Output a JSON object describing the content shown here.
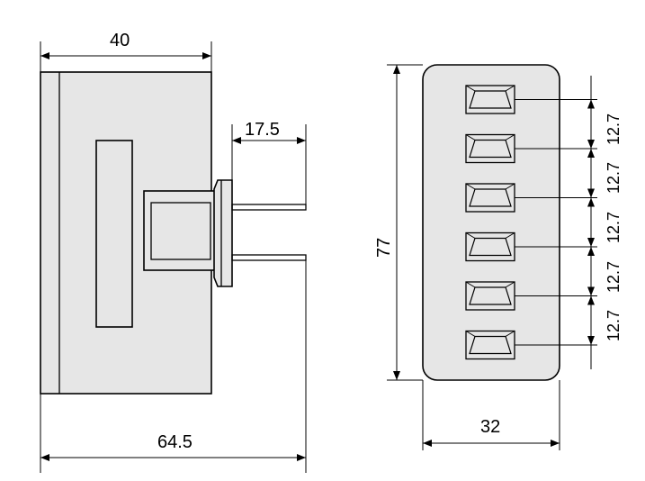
{
  "drawing": {
    "side_view": {
      "dim_body_width": "40",
      "dim_pin_length": "17.5",
      "dim_total_length": "64.5"
    },
    "front_view": {
      "dim_height": "77",
      "dim_width": "32",
      "pitch_labels": [
        "12.7",
        "12.7",
        "12.7",
        "12.7",
        "12.7"
      ],
      "terminal_count": 6
    },
    "colors": {
      "body": "#e6e6e6",
      "line": "#000000"
    }
  }
}
